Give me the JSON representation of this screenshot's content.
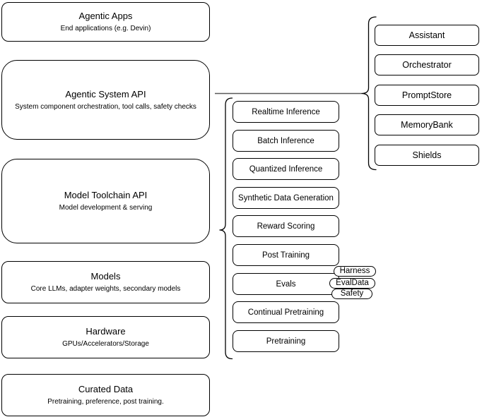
{
  "left": [
    {
      "title": "Agentic Apps",
      "subtitle": "End applications (e.g. Devin)"
    },
    {
      "title": "Agentic System API",
      "subtitle": "System component orchestration, tool calls, safety checks"
    },
    {
      "title": "Model Toolchain API",
      "subtitle": "Model development & serving"
    },
    {
      "title": "Models",
      "subtitle": "Core LLMs, adapter weights, secondary models"
    },
    {
      "title": "Hardware",
      "subtitle": "GPUs/Accelerators/Storage"
    },
    {
      "title": "Curated Data",
      "subtitle": "Pretraining, preference, post training."
    }
  ],
  "middle": [
    "Realtime Inference",
    "Batch Inference",
    "Quantized Inference",
    "Synthetic Data Generation",
    "Reward Scoring",
    "Post Training",
    "Evals",
    "Continual Pretraining",
    "Pretraining"
  ],
  "right": [
    "Assistant",
    "Orchestrator",
    "PromptStore",
    "MemoryBank",
    "Shields"
  ],
  "eval_tags": [
    "Harness",
    "EvalData",
    "Safety"
  ],
  "colors": {
    "border": "#000000",
    "fill": "#ffffff",
    "text": "#000000",
    "connector": "#595959"
  }
}
